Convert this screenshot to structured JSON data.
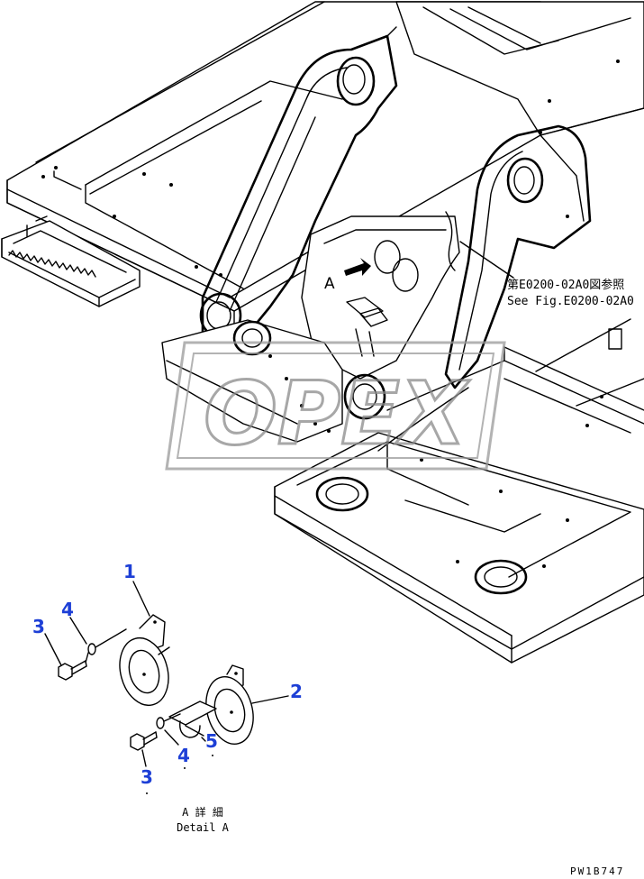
{
  "diagram": {
    "view_label": "A",
    "reference_note": {
      "line_jp": "第E0200-02A0図参照",
      "line_en": "See Fig.E0200-02A0"
    },
    "detail_caption": {
      "line_jp": "A 詳 細",
      "line_en": "Detail A"
    },
    "watermark": "OPEX",
    "document_number": "PW1B747"
  },
  "callouts": {
    "horn_1": "1",
    "horn_2": "2",
    "bolt_upper": "3",
    "bolt_lower": "3",
    "washer_upper": "4",
    "washer_lower": "4",
    "bracket": "5"
  },
  "colors": {
    "callout": "#1d3fd6",
    "line": "#000000",
    "watermark": "#999999"
  }
}
